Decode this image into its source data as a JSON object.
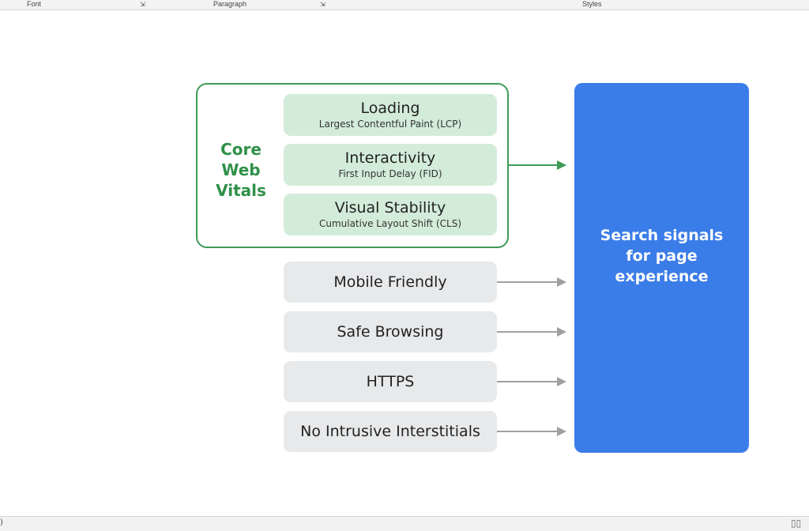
{
  "ribbon": {
    "groups": [
      "Font",
      "Paragraph",
      "Styles"
    ]
  },
  "status": {
    "left_text": ")",
    "view_icon": "read-mode-icon"
  },
  "diagram": {
    "core_label": "Core Web Vitals",
    "vitals": [
      {
        "title": "Loading",
        "subtitle": "Largest Contentful Paint (LCP)"
      },
      {
        "title": "Interactivity",
        "subtitle": "First Input Delay (FID)"
      },
      {
        "title": "Visual Stability",
        "subtitle": "Cumulative Layout Shift (CLS)"
      }
    ],
    "signals": [
      "Mobile Friendly",
      "Safe Browsing",
      "HTTPS",
      "No Intrusive Interstitials"
    ],
    "target": "Search signals for page experience",
    "colors": {
      "green": "#3f9b57",
      "green_fill": "#d3ecd9",
      "gray_fill": "#e8e9eb",
      "blue": "#3b7de8",
      "arrow_gray": "#a0a0a0"
    }
  }
}
